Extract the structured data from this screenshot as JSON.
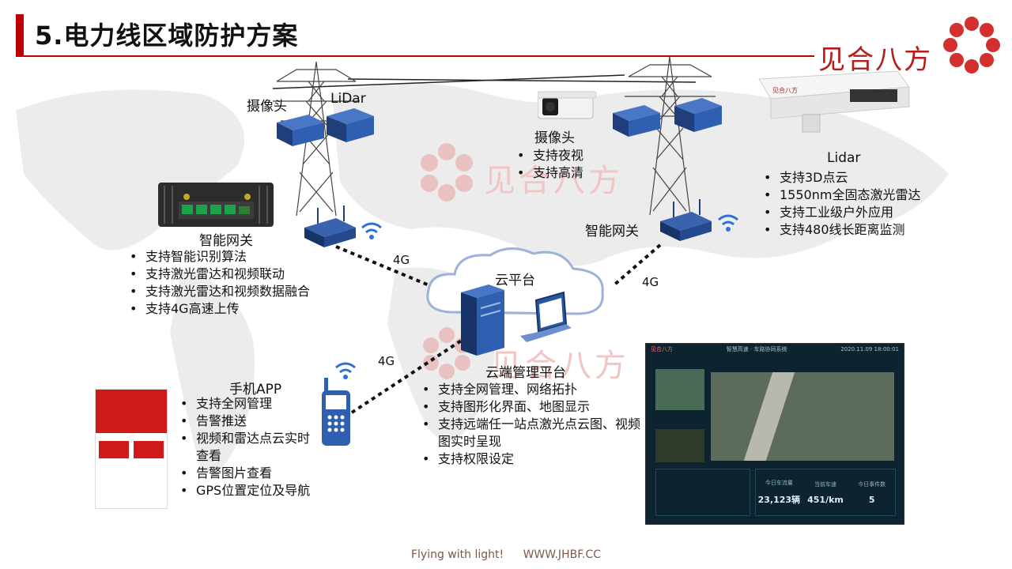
{
  "title": "5.电力线区域防护方案",
  "brand": "见合八方",
  "watermark": "见合八方",
  "left_tower": {
    "camera_label": "摄像头",
    "lidar_label": "LiDar"
  },
  "right_tower": {
    "camera_label": "摄像头",
    "camera_features": [
      "支持夜视",
      "支持高清"
    ]
  },
  "lidar_panel": {
    "label": "Lidar",
    "features": [
      "支持3D点云",
      "1550nm全固态激光雷达",
      "支持工业级户外应用",
      "支持480线长距离监测"
    ]
  },
  "gateway_left": {
    "label": "智能网关",
    "features": [
      "支持智能识别算法",
      "支持激光雷达和视频联动",
      "支持激光雷达和视频数据融合",
      "支持4G高速上传"
    ]
  },
  "gateway_right": {
    "label": "智能网关"
  },
  "links": {
    "left_4g": "4G",
    "right_4g": "4G",
    "phone_4g": "4G"
  },
  "cloud": {
    "label": "云平台"
  },
  "cloud_mgmt": {
    "label": "云端管理平台",
    "features": [
      "支持全网管理、网络拓扑",
      "支持图形化界面、地图显示",
      "支持远端任一站点激光点云图、视频图实时呈现",
      "支持权限设定"
    ]
  },
  "mobile_app": {
    "label": "手机APP",
    "features": [
      "支持全网管理",
      "告警推送",
      "视频和雷达点云实时查看",
      "告警图片查看",
      "GPS位置定位及导航"
    ]
  },
  "dashboard": {
    "logo_text": "见合八方",
    "system_title": "智慧高速 · 车路协同系统",
    "time": "2020.11.09 18:00:01",
    "stats": [
      {
        "label": "今日车流量",
        "value": "23,123辆"
      },
      {
        "label": "当前车速",
        "value": "451/km"
      },
      {
        "label": "今日事件数",
        "value": "5"
      }
    ]
  },
  "footer": {
    "slogan": "Flying with light!",
    "site": "WWW.JHBF.CC"
  },
  "colors": {
    "accent": "#c00000",
    "device_blue": "#1f3e7a",
    "camera_blue": "#2f5fb0",
    "dashboard_bg": "#0d2430"
  }
}
